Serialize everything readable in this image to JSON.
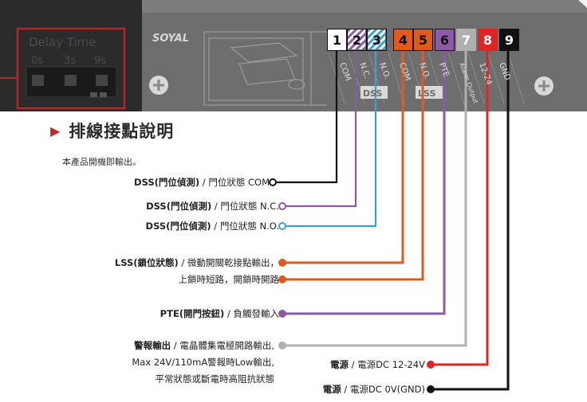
{
  "device": {
    "brand": "SOYAL",
    "delay_title": "Delay Time",
    "delay_options": [
      "0s",
      "3s",
      "9s"
    ],
    "pin_labels": [
      "COM",
      "N.C.",
      "N.O.",
      "COM",
      "N.O.",
      "PTE",
      "Alarm Output",
      "12-24",
      "GND"
    ],
    "dss_tag": "DSS",
    "lss_tag": "LSS"
  },
  "pins": [
    {
      "num": "1",
      "color": "#111111"
    },
    {
      "num": "2",
      "color": "#8e5aa6"
    },
    {
      "num": "3",
      "color": "#3aa0d8"
    },
    {
      "num": "4",
      "color": "#e05a1e"
    },
    {
      "num": "5",
      "color": "#e05a1e"
    },
    {
      "num": "6",
      "color": "#8e5aa6"
    },
    {
      "num": "7",
      "color": "#b0b0b0"
    },
    {
      "num": "8",
      "color": "#e02424"
    },
    {
      "num": "9",
      "color": "#111111"
    }
  ],
  "heading": {
    "title": "排線接點說明",
    "subtitle": "本產品開機即輸出。"
  },
  "rows": {
    "dss_com_bold": "DSS(門位偵測)",
    "dss_com_rest": " / 門位狀態 COM",
    "dss_nc_bold": "DSS(門位偵測)",
    "dss_nc_rest": " / 門位狀態 N.C.",
    "dss_no_bold": "DSS(門位偵測)",
    "dss_no_rest": " / 門位狀態 N.O.",
    "lss_bold": "LSS(鎖位狀態)",
    "lss_rest": " / 微動開關乾接點輸出，",
    "lss_line2": "上鎖時短路，開鎖時開路",
    "pte_bold": "PTE(開門按鈕)",
    "pte_rest": " / 負觸發輸入",
    "alarm_bold": "警報輸出",
    "alarm_rest": " / 電晶體集電極開路輸出,",
    "alarm_line2": "Max 24V/110mA警報時Low輸出,",
    "alarm_line3": "平常狀態或斷電時高阻抗狀態",
    "power_pos_bold": "電源",
    "power_pos_rest": " / 電源DC 12-24V",
    "power_gnd_bold": "電源",
    "power_gnd_rest": " / 電源DC 0V(GND)"
  },
  "colors": {
    "black": "#111111",
    "purple": "#8e5aa6",
    "blue": "#3aa0d8",
    "orange": "#e05a1e",
    "gray": "#b0b0b0",
    "red": "#e02424",
    "panel": "#6e6e6e",
    "dark_panel": "#2b2b2b",
    "delay_border": "#b3262b"
  }
}
